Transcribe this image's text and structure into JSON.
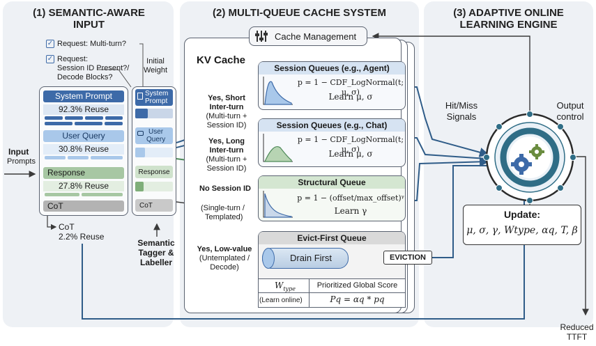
{
  "section1": {
    "title_line1": "(1) SEMANTIC-AWARE",
    "title_line2": "INPUT",
    "check1": "Request: Multi-turn?",
    "check2_line1": "Request:",
    "check2_line2": "Session ID Present?/",
    "check2_line3": "Decode Blocks?",
    "initial_weight_line1": "Initial",
    "initial_weight_line2": "Weight",
    "input_line1": "Input",
    "input_line2": "Prompts",
    "system_prompt": "System Prompt",
    "system_reuse": "92.3% Reuse",
    "user_query": "User Query",
    "user_reuse": "30.8% Reuse",
    "response": "Response",
    "response_reuse": "27.8% Reuse",
    "cot": "CoT",
    "cot_out": "CoT",
    "cot_reuse": "2.2% Reuse",
    "tag_system_line1": "System",
    "tag_system_line2": "Prompt",
    "tag_user_line1": "User",
    "tag_user_line2": "Query",
    "tag_response": "Response",
    "tag_cot": "CoT",
    "tagger_line1": "Semantic",
    "tagger_line2": "Tagger &",
    "tagger_line3": "Labeller"
  },
  "section2": {
    "title": "(2) MULTI-QUEUE CACHE SYSTEM",
    "cache_mgmt": "Cache Management",
    "kv_cache": "KV Cache",
    "route1_line1": "Yes, Short",
    "route1_line2": "Inter-turn",
    "route1_line3": "(Multi-turn +",
    "route1_line4": "Session ID)",
    "route2_line1": "Yes, Long",
    "route2_line2": "Inter-turn",
    "route2_line3": "(Multi-turn +",
    "route2_line4": "Session ID)",
    "route3_line1": "No Session ID",
    "route3_line2": "(Single-turn /",
    "route3_line3": "Templated)",
    "route4_line1": "Yes, Low-value",
    "route4_line2": "(Untemplated /",
    "route4_line3": "Decode)",
    "q1_title": "Session Queues (e.g., Agent)",
    "q1_formula": "p = 1 − CDF_LogNormal(t; μ, σ)",
    "q1_learn": "Learn μ, σ",
    "q2_title": "Session Queues (e.g., Chat)",
    "q2_formula": "p = 1 − CDF_LogNormal(t; μ, σ)",
    "q2_learn": "Learn μ, σ",
    "q3_title": "Structural Queue",
    "q3_formula": "p = 1 − (offset/max_offset)ᵞ",
    "q3_learn": "Learn γ",
    "q4_title": "Evict-First Queue",
    "drain_first": "Drain First",
    "eviction": "EVICTION",
    "wtype_label": "W",
    "wtype_sub": "type",
    "learn_online": "(Learn online)",
    "pgs": "Prioritized Global Score",
    "pq_formula": "Pq = αq * pq"
  },
  "section3": {
    "title_line1": "(3) ADAPTIVE ONLINE",
    "title_line2": "LEARNING ENGINE",
    "hitmiss_line1": "Hit/Miss",
    "hitmiss_line2": "Signals",
    "output_line1": "Output",
    "output_line2": "control",
    "update_title": "Update:",
    "update_params": "μ, σ, γ, Wtype, αq, T, β",
    "reduced_line1": "Reduced",
    "reduced_line2": "TTFT"
  },
  "colors": {
    "panel_bg": "#eef1f5",
    "system_blue": "#3d6aa8",
    "user_blue": "#a9c8ea",
    "response_green": "#a7c7a3",
    "cot_gray": "#b3b3b3",
    "teal": "#2f6d86"
  }
}
